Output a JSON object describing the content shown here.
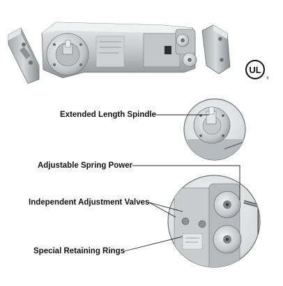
{
  "product": {
    "certification_mark": "UL"
  },
  "callouts": {
    "spindle": "Extended Length Spindle",
    "spring": "Adjustable Spring Power",
    "valves": "Independent Adjustment Valves",
    "rings": "Special Retaining Rings"
  },
  "colors": {
    "metal_light": "#d9dbdc",
    "metal_mid": "#a9acae",
    "metal_dark": "#6e7173",
    "leader_line": "#222222",
    "text": "#111111"
  }
}
